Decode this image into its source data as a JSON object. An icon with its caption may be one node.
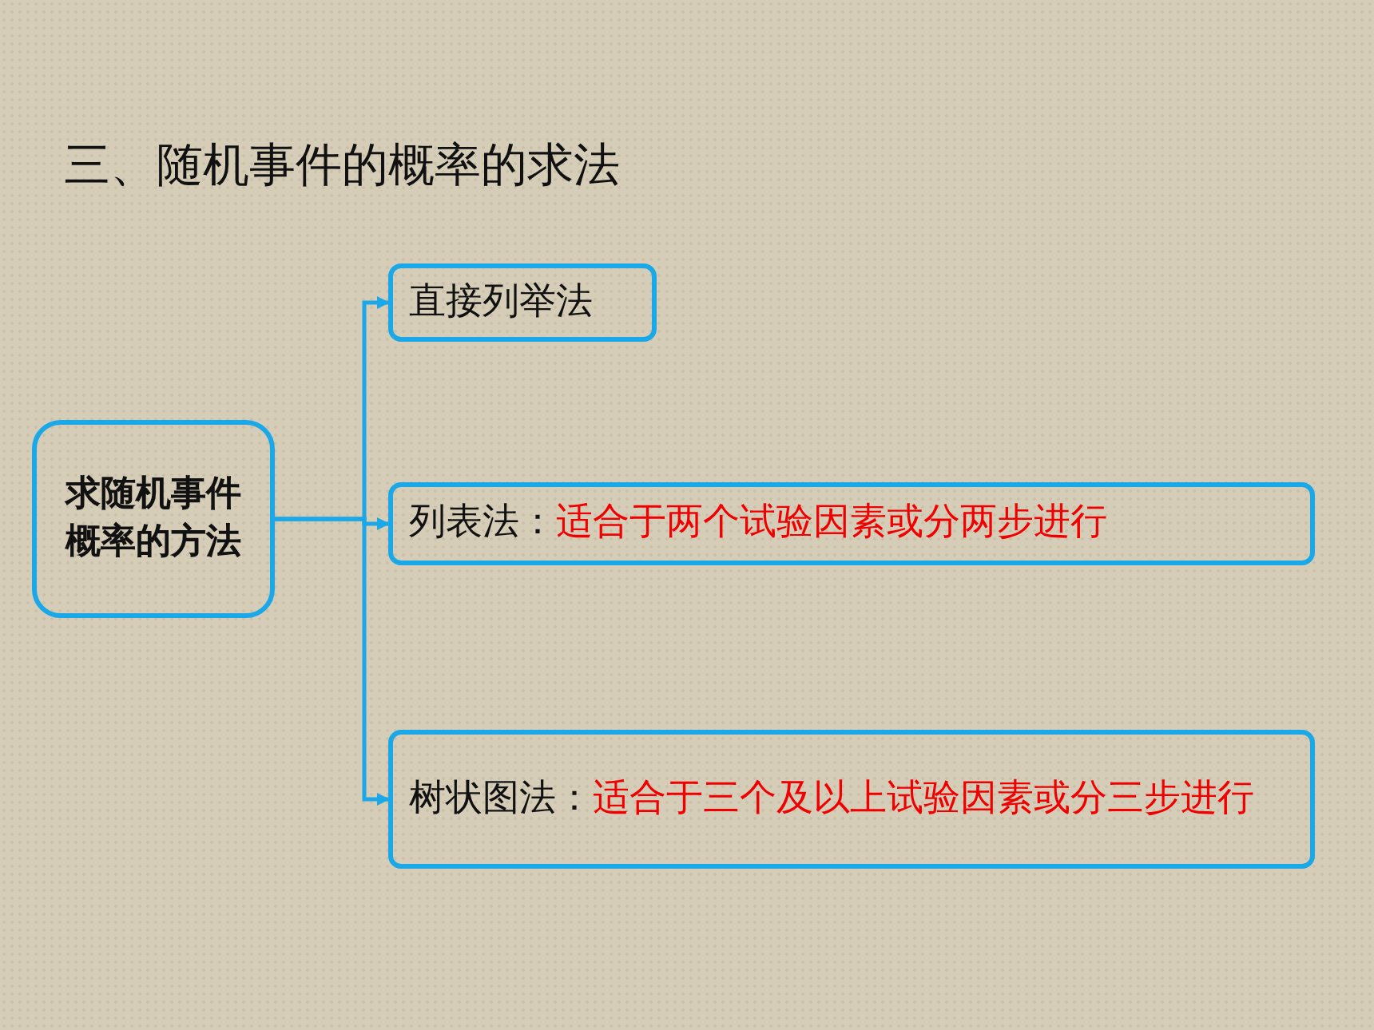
{
  "diagram": {
    "title": "三、随机事件的概率的求法",
    "nodes": [
      {
        "text": [
          "求随机事件概率的方法"
        ]
      },
      {
        "text": [
          "直接列举法"
        ]
      },
      {
        "text": [
          "列表法：",
          "适合于两个试验因素或分两步进行"
        ]
      },
      {
        "text": [
          "树状图法：",
          "适合于三个及以上试验因素或分三步进行"
        ]
      }
    ],
    "edges": [
      {
        "from": 0,
        "to": 1,
        "arrow": "to"
      },
      {
        "from": 0,
        "to": 2,
        "arrow": "to"
      },
      {
        "from": 0,
        "to": 3,
        "arrow": "to"
      }
    ]
  }
}
